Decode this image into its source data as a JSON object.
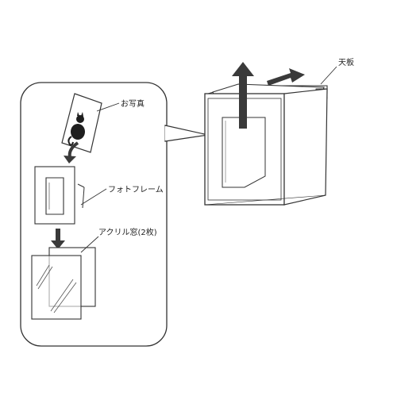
{
  "labels": {
    "top_board": "天板",
    "photo": "お写真",
    "photo_frame": "フォトフレーム",
    "acrylic_window": "アクリル窓(2枚)"
  },
  "colors": {
    "line": "#333333",
    "arrow": "#3a3a3a",
    "light_fill": "#f7f7f7",
    "background": "#ffffff"
  }
}
